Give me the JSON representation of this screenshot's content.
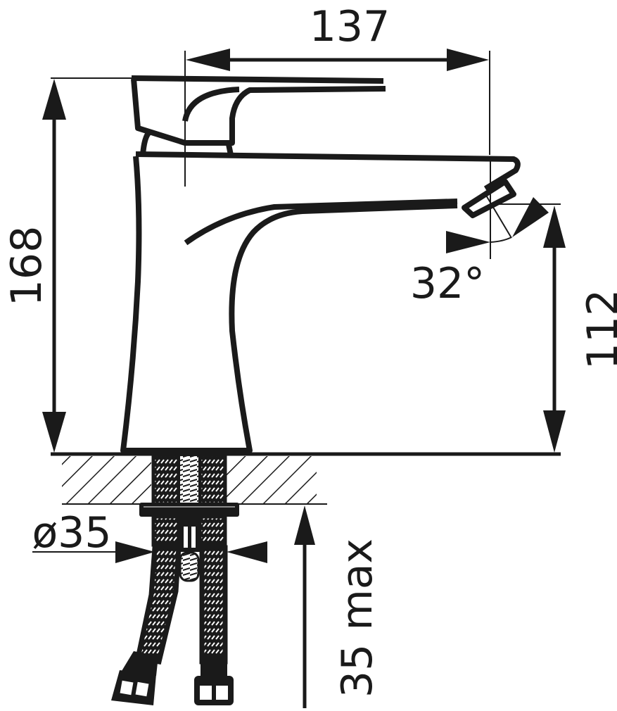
{
  "diagram": {
    "subject": "Single-lever basin mixer faucet technical drawing",
    "units": "mm",
    "line_color": "#1a1a1a",
    "background_color": "#ffffff",
    "dimensions": {
      "width_handle_to_spout": {
        "label": "137",
        "orientation": "horizontal"
      },
      "total_height": {
        "label": "168",
        "orientation": "vertical"
      },
      "spout_height": {
        "label": "112",
        "orientation": "vertical"
      },
      "spout_angle": {
        "label": "32°",
        "orientation": "angle"
      },
      "hole_diameter": {
        "label": "ø35",
        "orientation": "horizontal"
      },
      "max_countertop_thickness": {
        "label": "35 max",
        "orientation": "vertical"
      }
    },
    "components": [
      "lever-handle",
      "faucet-body",
      "spout",
      "aerator",
      "countertop-section",
      "mounting-nut",
      "threaded-stud",
      "braided-hoses",
      "hose-connectors"
    ]
  }
}
